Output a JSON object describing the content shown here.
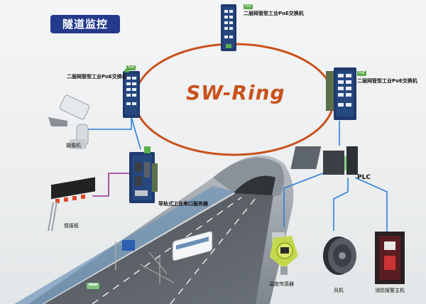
{
  "title": "隧道监控",
  "ring_label": "SW-Ring",
  "badge": "PoE",
  "switch_label": "二层网管型工业PoE交换机",
  "server_label": "导轨式工业串口服务器",
  "camera_label": "摄像机",
  "board_label": "情报板",
  "plc_label": "PLC",
  "sensor_label": "温度传感器",
  "fan_label": "风机",
  "alarm_label": "消防报警主机",
  "colors": {
    "title_bg": "#243a8c",
    "ring": "#c9521d",
    "link": "#2b7fd9",
    "serial": "#9b2f87"
  }
}
